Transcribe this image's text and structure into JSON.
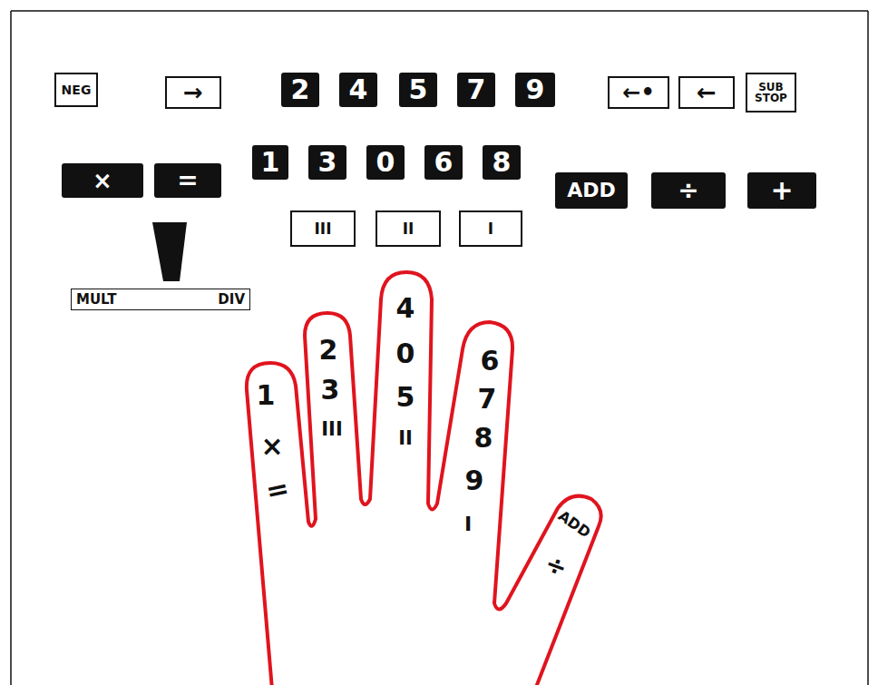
{
  "diagram": {
    "nodes": [
      {
        "text": [
          "NEG"
        ]
      },
      {
        "text": [
          "→"
        ]
      },
      {
        "text": [
          "2"
        ]
      },
      {
        "text": [
          "4"
        ]
      },
      {
        "text": [
          "5"
        ]
      },
      {
        "text": [
          "7"
        ]
      },
      {
        "text": [
          "9"
        ]
      },
      {
        "text": [
          "←•"
        ]
      },
      {
        "text": [
          "←"
        ]
      },
      {
        "text": [
          "SUB STOP"
        ]
      },
      {
        "text": [
          "×"
        ]
      },
      {
        "text": [
          "="
        ]
      },
      {
        "text": [
          "1"
        ]
      },
      {
        "text": [
          "3"
        ]
      },
      {
        "text": [
          "0"
        ]
      },
      {
        "text": [
          "6"
        ]
      },
      {
        "text": [
          "8"
        ]
      },
      {
        "text": [
          "ADD"
        ]
      },
      {
        "text": [
          "÷"
        ]
      },
      {
        "text": [
          "+"
        ]
      },
      {
        "text": [
          "III"
        ]
      },
      {
        "text": [
          "II"
        ]
      },
      {
        "text": [
          "I"
        ]
      },
      {
        "text": [
          "MULT",
          "DIV"
        ]
      },
      {
        "text": [
          "1",
          "×",
          "=",
          "2",
          "3",
          "III",
          "4",
          "0",
          "5",
          "II",
          "6",
          "7",
          "8",
          "9",
          "I",
          "ADD",
          "÷"
        ]
      }
    ]
  }
}
